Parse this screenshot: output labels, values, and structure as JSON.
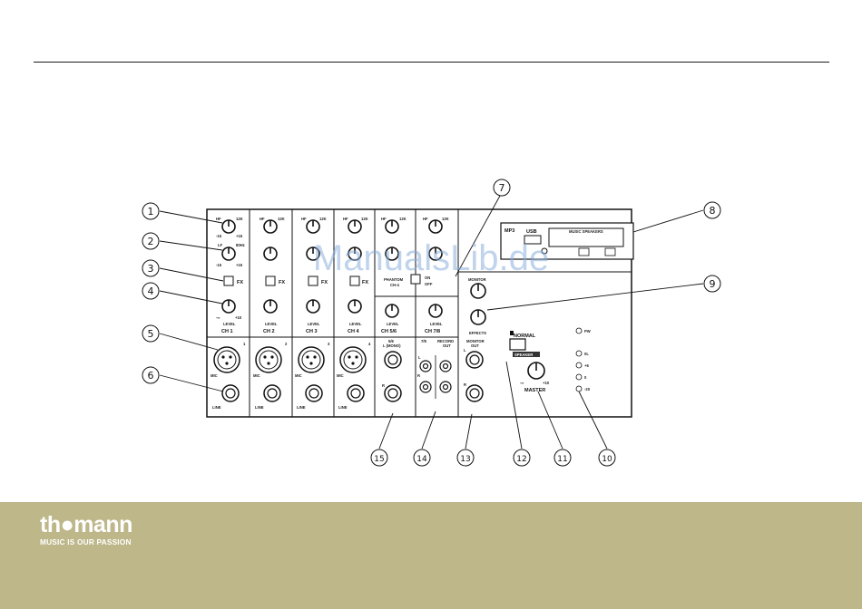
{
  "brand": {
    "name": "th●mann",
    "slogan": "MUSIC IS OUR PASSION",
    "footer_color": "#bdb78a"
  },
  "watermark": "ManualsLib.de",
  "callouts": [
    "1",
    "2",
    "3",
    "4",
    "5",
    "6",
    "7",
    "8",
    "9",
    "10",
    "11",
    "12",
    "13",
    "14",
    "15"
  ],
  "mixer": {
    "channels": [
      "CH 1",
      "CH 2",
      "CH 3",
      "CH 4",
      "CH 5/6",
      "CH 7/8"
    ],
    "level_label": "LEVEL",
    "fx_label": "FX",
    "hf": "HF",
    "hf_freq": "12K",
    "lf": "LF",
    "lf_freq": "80Hz",
    "eq_min": "-15",
    "eq_max": "+15",
    "lvl_min": "-∞",
    "lvl_max": "+10",
    "mic": "MIC",
    "line": "LINE",
    "jack_nums": [
      "1",
      "2",
      "3",
      "4"
    ],
    "phantom": "PHANTOM",
    "phantom_ch": "CH-4",
    "on": "ON",
    "off": "OFF",
    "input_56": "5/6",
    "input_56_mono": "L (MONO)",
    "input_78": "7/8",
    "record_out": "RECORD",
    "out": "OUT",
    "l": "L",
    "r": "R",
    "monitor_out": "MONITOR",
    "monitor_out2": "OUT",
    "monitor": "MONITOR",
    "effects": "EFFECTS",
    "mp3": "MP3",
    "usb": "USB",
    "music_speakers": "MUSIC SPEAKERS",
    "normal": "NORMAL",
    "speaker": "SPEAKER",
    "master": "MASTER",
    "leds": [
      "PW",
      "0L",
      "+6",
      "0",
      "-20"
    ]
  }
}
